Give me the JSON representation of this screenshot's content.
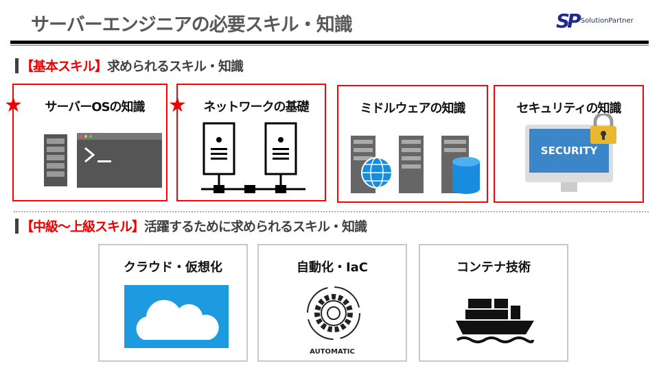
{
  "title": "サーバーエンジニアの必要スキル・知識",
  "logo": {
    "mark": "SP",
    "text": "SolutionPartner"
  },
  "basic": {
    "tag": "【基本スキル】",
    "rest": "求められるスキル・知識",
    "cards": [
      {
        "label": "サーバーOSの知識",
        "starred": true
      },
      {
        "label": "ネットワークの基礎",
        "starred": true
      },
      {
        "label": "ミドルウェアの知識",
        "starred": false
      },
      {
        "label": "セキュリティの知識",
        "starred": false,
        "screen_text": "SECURITY"
      }
    ]
  },
  "advanced": {
    "tag": "【中級～上級スキル】",
    "rest": "活躍するために求められるスキル・知識",
    "cards": [
      {
        "label": "クラウド・仮想化"
      },
      {
        "label": "自動化・IaC",
        "caption": "AUTOMATIC"
      },
      {
        "label": "コンテナ技術"
      }
    ]
  },
  "star": "★"
}
